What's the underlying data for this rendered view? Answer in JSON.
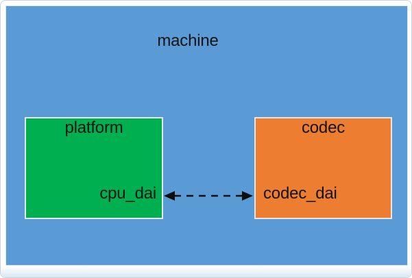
{
  "diagram": {
    "text_color": "#141414",
    "machine": {
      "label": "machine",
      "fill": "#5B9BD5"
    },
    "platform": {
      "label": "platform",
      "fill": "#00B050",
      "dai_label": "cpu_dai"
    },
    "codec": {
      "label": "codec",
      "fill": "#ED7D31",
      "dai_label": "codec_dai"
    },
    "connector": {
      "from": "cpu_dai",
      "to": "codec_dai",
      "direction": "bidirectional",
      "line_style": "dashed",
      "color": "#0d0d0d"
    }
  }
}
